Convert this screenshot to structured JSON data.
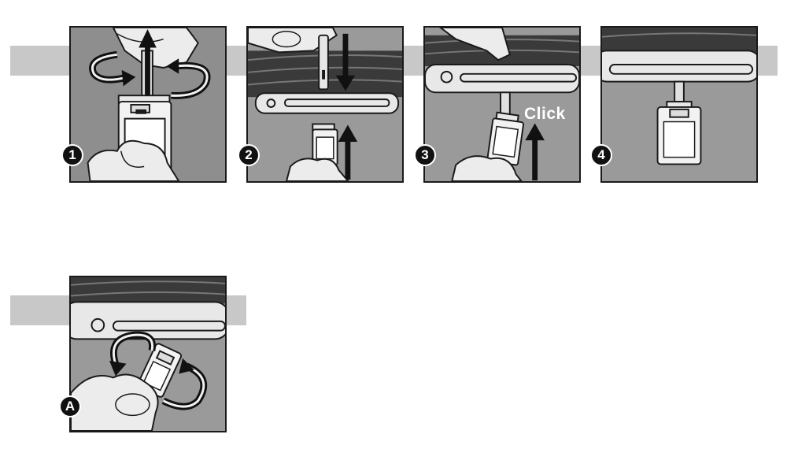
{
  "steps": [
    {
      "badge": "1"
    },
    {
      "badge": "2"
    },
    {
      "badge": "3",
      "label": "Click"
    },
    {
      "badge": "4"
    }
  ],
  "alt_step": {
    "badge": "A"
  },
  "colors": {
    "band": "#c8c8c8",
    "panel_bg": "#9a9a9a",
    "outline": "#1a1a1a",
    "arrow": "#111111",
    "light_part": "#e8e8e8"
  }
}
